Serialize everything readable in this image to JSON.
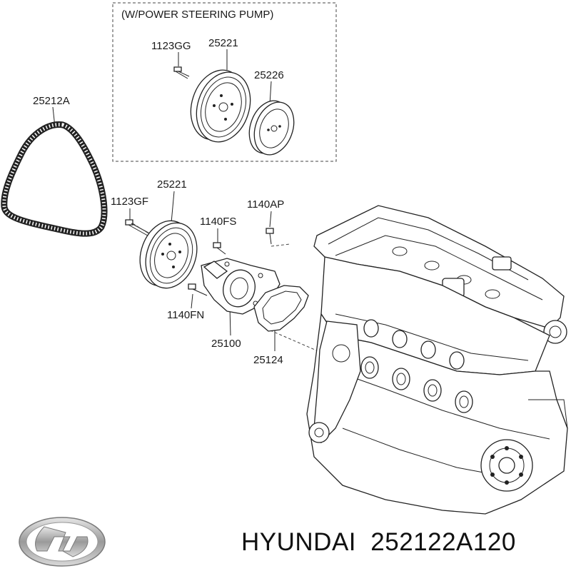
{
  "diagram": {
    "box_caption": "(W/POWER STEERING PUMP)",
    "labels": {
      "l_1123GG": "1123GG",
      "l_25221_top": "25221",
      "l_25226": "25226",
      "l_25212A": "25212A",
      "l_25221_mid": "25221",
      "l_1123GF": "1123GF",
      "l_1140AP": "1140AP",
      "l_1140FS": "1140FS",
      "l_1140FN": "1140FN",
      "l_25100": "25100",
      "l_25124": "25124"
    }
  },
  "brand": {
    "logo": "hyundai-logo",
    "maker": "HYUNDAI",
    "part_number": "252122A120"
  }
}
